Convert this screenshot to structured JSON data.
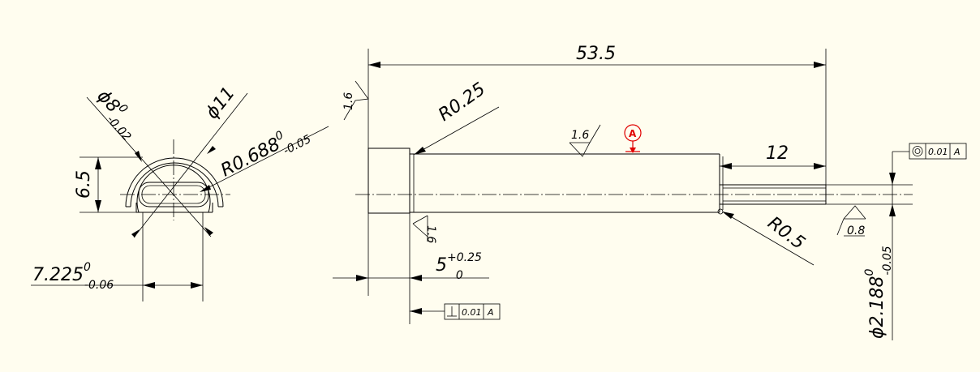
{
  "colors": {
    "background": "#fffdef",
    "lines": "#000000",
    "datum": "#e00000"
  },
  "dimensions": {
    "overall_length": "53.5",
    "tip_length": "12",
    "head_length_base": "5",
    "head_length_upper": "+0.25",
    "head_length_lower": "0",
    "head_radius": "R0.25",
    "tip_radius": "R0.5",
    "head_dia": "ϕ11",
    "body_dia_base": "ϕ8",
    "body_dia_upper": "0",
    "body_dia_lower": "-0.02",
    "slot_radius_base": "R0.688",
    "slot_radius_upper": "0",
    "slot_radius_lower": "-0.05",
    "height": "6.5",
    "flat_width_base": "7.225",
    "flat_width_upper": "0",
    "flat_width_lower": "-0.06",
    "tip_dia_base": "ϕ2.188",
    "tip_dia_upper": "0",
    "tip_dia_lower": "-0.05"
  },
  "roughness": {
    "head_face": "1.6",
    "body": "1.6",
    "shoulder": "1.6",
    "tip": "0.8"
  },
  "datum": {
    "label": "A"
  },
  "tolerance_frames": {
    "perpendicularity": {
      "value": "0.01",
      "datum": "A"
    },
    "concentricity": {
      "value": "0.01",
      "datum": "A"
    }
  }
}
